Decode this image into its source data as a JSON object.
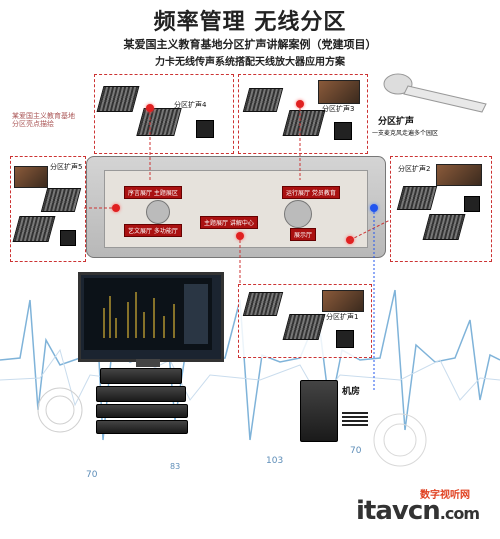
{
  "header": {
    "title": "频率管理  无线分区",
    "subtitle1": "某爱国主义教育基地分区扩声讲解案例（党建项目）",
    "subtitle2": "力卡无线传声系统搭配天线放大器应用方案"
  },
  "site_label": [
    "某爱国主义教育基地",
    "分区亮点描绘"
  ],
  "zones": {
    "z1": "分区扩声1",
    "z2": "分区扩声2",
    "z3": "分区扩声3",
    "z4": "分区扩声4",
    "z5": "分区扩声5"
  },
  "mic_label": {
    "title": "分区扩声",
    "desc": "一支麦克风走遍多个园区"
  },
  "rooms": [
    "序言展厅 主题展区",
    "艺文展厅 多功能厅",
    "主题展厅 讲解中心",
    "运行展厅 党员教育",
    "展示厅"
  ],
  "machine_room": "机房",
  "numbers": [
    "70",
    "83",
    "103",
    "70"
  ],
  "watermark": {
    "brand": "数字视听网",
    "site": "itavcn",
    "tld": ".com"
  },
  "colors": {
    "zone_border": "#cc3333",
    "marker": "#e02020",
    "wave": "#7fb3d9"
  }
}
